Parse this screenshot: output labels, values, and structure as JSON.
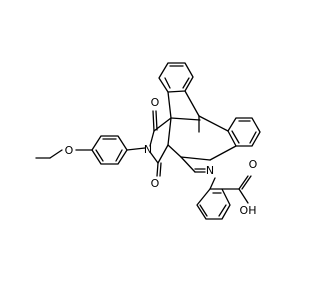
{
  "structure": {
    "atoms": {
      "oxo_top": "O",
      "oxo_bottom": "O",
      "imide_n": "N",
      "ether_o": "O",
      "imine_n": "N",
      "acid_oh": "OH",
      "acid_o": "O"
    },
    "colors": {
      "bond": "#000000",
      "background": "#ffffff"
    }
  }
}
